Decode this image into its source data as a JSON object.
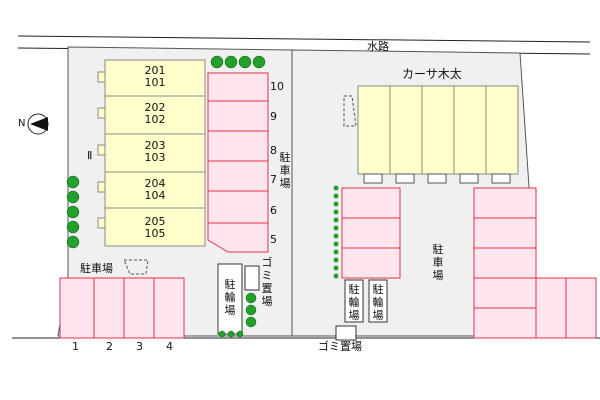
{
  "waterway_label": "水路",
  "north_label": "N",
  "building_left": {
    "name": "Ⅱ",
    "units": [
      {
        "upper": "201",
        "lower": "101"
      },
      {
        "upper": "202",
        "lower": "102"
      },
      {
        "upper": "203",
        "lower": "103"
      },
      {
        "upper": "204",
        "lower": "104"
      },
      {
        "upper": "205",
        "lower": "105"
      }
    ],
    "color": "#ffffcc"
  },
  "building_right": {
    "name": "カーサ木太",
    "color": "#ffffcc"
  },
  "parking_left_label": "駐車場",
  "parking_middle_label": "駐車場",
  "parking_right_label": "駐車場",
  "parking_numbers_bottom": [
    "1",
    "2",
    "3",
    "4"
  ],
  "parking_numbers_side": [
    "10",
    "9",
    "8",
    "7",
    "6",
    "5"
  ],
  "bike_parking_label": "駐輪場",
  "bike_parking_right": [
    "駐輪場",
    "駐輪場"
  ],
  "garbage_label": "ゴミ置場",
  "garbage_bottom_label": "ゴミ置場",
  "colors": {
    "parking": "#ffe6ee",
    "parking_border": "#e0304a",
    "tree": "#22a02a",
    "ground": "#f0f0f0"
  }
}
